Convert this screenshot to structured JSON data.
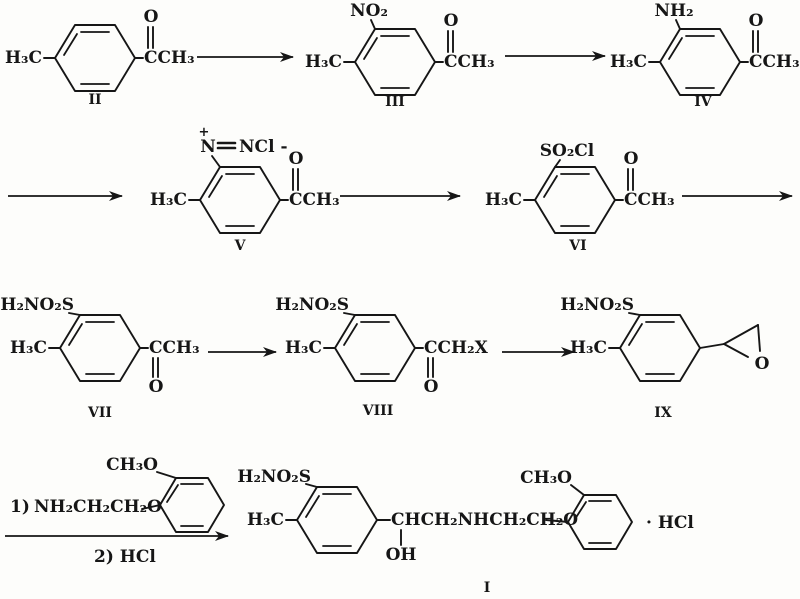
{
  "colors": {
    "ink": "#161616",
    "background": "#fdfdfb"
  },
  "compounds": {
    "II": {
      "label": "II",
      "methyl": "H₃C",
      "acyl": "CCH₃",
      "carbonyl_oxygen": "O"
    },
    "III": {
      "label": "III",
      "methyl": "H₃C",
      "nitro": "NO₂",
      "acyl": "CCH₃",
      "carbonyl_oxygen": "O"
    },
    "IV": {
      "label": "IV",
      "methyl": "H₃C",
      "amino": "NH₂",
      "acyl": "CCH₃",
      "carbonyl_oxygen": "O"
    },
    "V": {
      "label": "V",
      "methyl": "H₃C",
      "diazonium_n": "N",
      "diazonium_charge": "+",
      "diazonium_ncl": "NCl -",
      "acyl": "CCH₃",
      "carbonyl_oxygen": "O"
    },
    "VI": {
      "label": "VI",
      "methyl": "H₃C",
      "sulfonyl_chloride": "SO₂Cl",
      "acyl": "CCH₃",
      "carbonyl_oxygen": "O"
    },
    "VII": {
      "label": "VII",
      "methyl": "H₃C",
      "sulfonamide": "H₂NO₂S",
      "acyl": "CCH₃",
      "carbonyl_oxygen": "O"
    },
    "VIII": {
      "label": "VIII",
      "methyl": "H₃C",
      "sulfonamide": "H₂NO₂S",
      "acyl": "CCH₂X",
      "carbonyl_oxygen": "O"
    },
    "IX": {
      "label": "IX",
      "methyl": "H₃C",
      "sulfonamide": "H₂NO₂S",
      "epoxide_oxygen": "O"
    },
    "I": {
      "label": "I",
      "methyl": "H₃C",
      "sulfonamide": "H₂NO₂S",
      "chain": "CHCH₂NHCH₂CH₂O",
      "hydroxyl": "OH",
      "methoxy": "CH₃O",
      "salt": "· HCl"
    }
  },
  "reagents": {
    "step1_prefix": "1)",
    "step1_amine": "NH₂CH₂CH₂O",
    "step1_methoxy": "CH₃O",
    "step2": "2)  HCl"
  }
}
